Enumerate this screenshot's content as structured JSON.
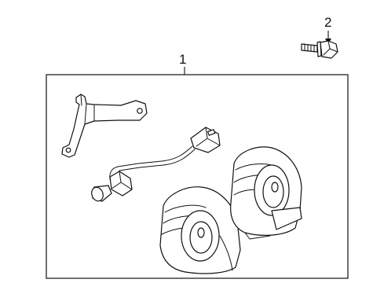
{
  "callouts": [
    {
      "id": "1",
      "label": "1",
      "part": "horn-assembly"
    },
    {
      "id": "2",
      "label": "2",
      "part": "bolt"
    }
  ]
}
